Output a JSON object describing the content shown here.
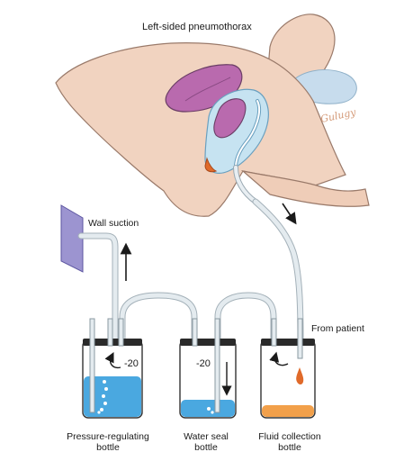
{
  "title": "Left-sided pneumothorax",
  "labels": {
    "wall_suction": "Wall suction",
    "from_patient": "From patient",
    "pressure_value_1": "-20",
    "pressure_value_2": "-20"
  },
  "bottles": [
    {
      "line1": "Pressure-regulating",
      "line2": "bottle"
    },
    {
      "line1": "Water seal",
      "line2": "bottle"
    },
    {
      "line1": "Fluid collection",
      "line2": "bottle"
    }
  ],
  "signature": "Gulugy",
  "colors": {
    "skin": "#f1d3c0",
    "lung": "#b96aae",
    "pleural_space": "#c6e3f1",
    "blood": "#e06a2a",
    "water": "#4aa8e0",
    "tube": "#dfe8ec",
    "wall_plate": "#9c94d0",
    "bottle_cap": "#2a2a2a"
  }
}
